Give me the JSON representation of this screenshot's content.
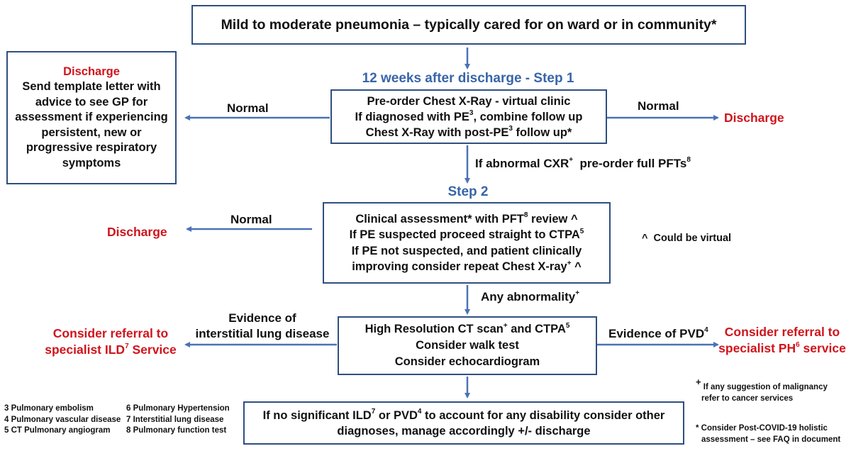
{
  "top_box": {
    "text": "Mild to moderate pneumonia – typically cared for on ward or in community*"
  },
  "left_discharge_box": {
    "heading": "Discharge",
    "lines": [
      "Send template letter with",
      "advice to see GP for",
      "assessment if experiencing",
      "persistent, new or",
      "progressive respiratory",
      "symptoms"
    ]
  },
  "step1": {
    "title": "12 weeks after discharge - Step 1",
    "line1": "Pre-order Chest X-Ray - virtual clinic",
    "line2_a": "If diagnosed with PE",
    "line2_sup": "3",
    "line2_b": ", combine follow up",
    "line3_a": "Chest X-Ray with post-PE",
    "line3_sup": "3",
    "line3_b": " follow up*",
    "normal_left": "Normal",
    "normal_right": "Normal",
    "discharge_right": "Discharge"
  },
  "step1_to_step2": {
    "a": "If abnormal CXR",
    "sup1": "+",
    "b": "  pre-order full PFTs",
    "sup2": "8"
  },
  "step2": {
    "title": "Step 2",
    "l1_a": "Clinical assessment* with PFT",
    "l1_sup": "8",
    "l1_b": " review ^",
    "l2_a": "If PE suspected proceed straight to CTPA",
    "l2_sup": "5",
    "l3": "If PE not suspected, and patient clinically",
    "l4_a": "improving consider repeat Chest X-ray",
    "l4_sup": "+",
    "l4_b": " ^",
    "normal": "Normal",
    "discharge": "Discharge",
    "virtual_note": "^  Could be virtual"
  },
  "step2_to_step3": {
    "a": "Any abnormality",
    "sup": "+"
  },
  "step3": {
    "l1_a": "High Resolution CT scan",
    "l1_sup": "+",
    "l1_b": " and CTPA",
    "l1_sup2": "5",
    "l2": "Consider walk test",
    "l3": "Consider echocardiogram",
    "ild_evidence_1": "Evidence of",
    "ild_evidence_2": "interstitial lung disease",
    "ild_referral_1": "Consider referral to",
    "ild_referral_2_a": "specialist ILD",
    "ild_referral_2_sup": "7",
    "ild_referral_2_b": " Service",
    "pvd_evidence_a": "Evidence of PVD",
    "pvd_evidence_sup": "4",
    "ph_referral_1": "Consider referral to",
    "ph_referral_2_a": "specialist PH",
    "ph_referral_2_sup": "6",
    "ph_referral_2_b": " service"
  },
  "final_box": {
    "l1_a": "If no significant ILD",
    "l1_sup": "7",
    "l1_b": " or PVD",
    "l1_sup2": "4",
    "l1_c": " to account for any disability consider other",
    "l2": "diagnoses, manage accordingly +/- discharge"
  },
  "legend": {
    "col1": [
      "3 Pulmonary embolism",
      "4 Pulmonary vascular disease",
      "5 CT Pulmonary angiogram"
    ],
    "col2": [
      "6 Pulmonary Hypertension",
      "7 Interstitial lung disease",
      "8 Pulmonary function test"
    ]
  },
  "footnotes": {
    "plus_mark": "+",
    "plus_1": " If any suggestion of malignancy",
    "plus_2": "refer to cancer services",
    "star_1": "* Consider Post-COVID-19 holistic",
    "star_2": "assessment – see FAQ in document"
  },
  "colors": {
    "box_border": "#2f4f7f",
    "arrow": "#4a72b6",
    "heading_blue": "#3865a8",
    "discharge_red": "#d0141c"
  }
}
